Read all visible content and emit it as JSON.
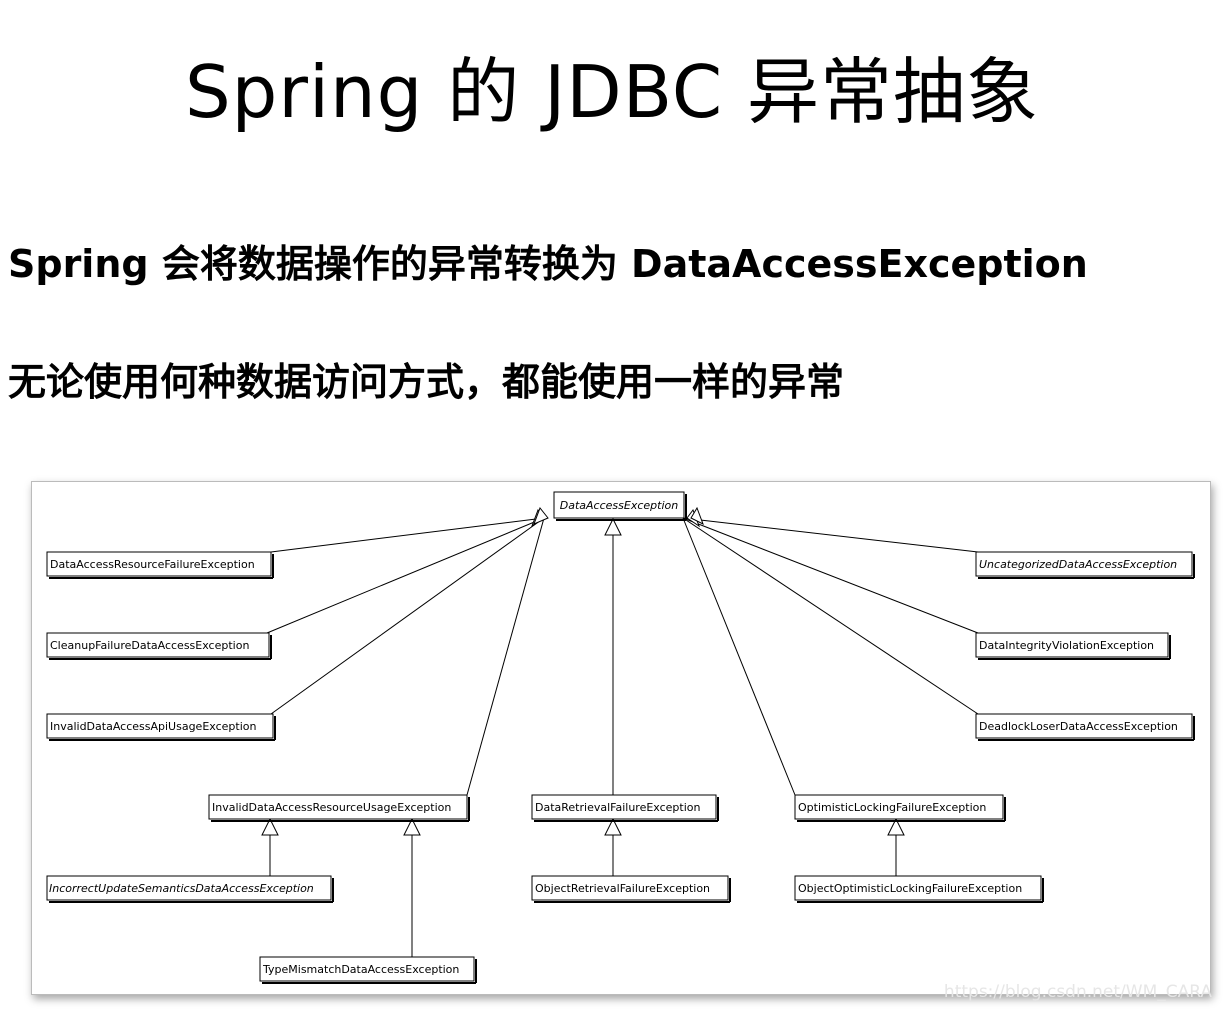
{
  "title": "Spring 的 JDBC 异常抽象",
  "line1": "Spring 会将数据操作的异常转换为 DataAccessException",
  "line2": "无论使用何种数据访问方式，都能使用一样的异常",
  "watermark": "https://blog.csdn.net/WM_CARA",
  "diagram": {
    "root": "DataAccessException",
    "left": [
      "DataAccessResourceFailureException",
      "CleanupFailureDataAccessException",
      "InvalidDataAccessApiUsageException"
    ],
    "right": [
      "UncategorizedDataAccessException",
      "DataIntegrityViolationException",
      "DeadlockLoserDataAccessException"
    ],
    "middle": [
      "InvalidDataAccessResourceUsageException",
      "DataRetrievalFailureException",
      "OptimisticLockingFailureException"
    ],
    "lower": [
      "IncorrectUpdateSemanticsDataAccessException",
      "ObjectRetrievalFailureException",
      "ObjectOptimisticLockingFailureException",
      "TypeMismatchDataAccessException"
    ]
  }
}
